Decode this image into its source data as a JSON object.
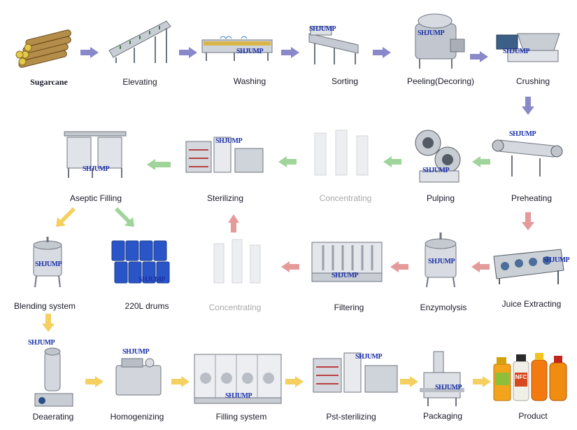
{
  "brand": "SHJUMP",
  "colors": {
    "row1_arrow": "#8a88c8",
    "row2_arrow": "#9fd49a",
    "row3_arrow": "#e59a9a",
    "row4_arrow": "#f5cf60",
    "steel": "#b9bec6",
    "steel_dark": "#7d838c",
    "faded": "#e4e6ea"
  },
  "steps": {
    "sugarcane": "Sugarcane",
    "elevating": "Elevating",
    "washing": "Washing",
    "sorting": "Sorting",
    "peeling": "Peeling(Decoring)",
    "crushing": "Crushing",
    "preheating": "Preheating",
    "pulping": "Pulping",
    "concentrating_top": "Concentrating",
    "sterilizing": "Sterilizing",
    "aseptic_filling": "Aseptic Filling",
    "juice_extracting": "Juice Extracting",
    "enzymolysis": "Enzymolysis",
    "filtering": "Filtering",
    "concentrating_mid": "Concentrating",
    "drums": "220L drums",
    "blending": "Blending system",
    "deaerating": "Deaerating",
    "homogenizing": "Homogenizing",
    "filling": "Filling system",
    "pst_sterilizing": "Pst-sterilizing",
    "packaging": "Packaging",
    "product": "Product"
  },
  "product_labels": [
    "NFC"
  ]
}
